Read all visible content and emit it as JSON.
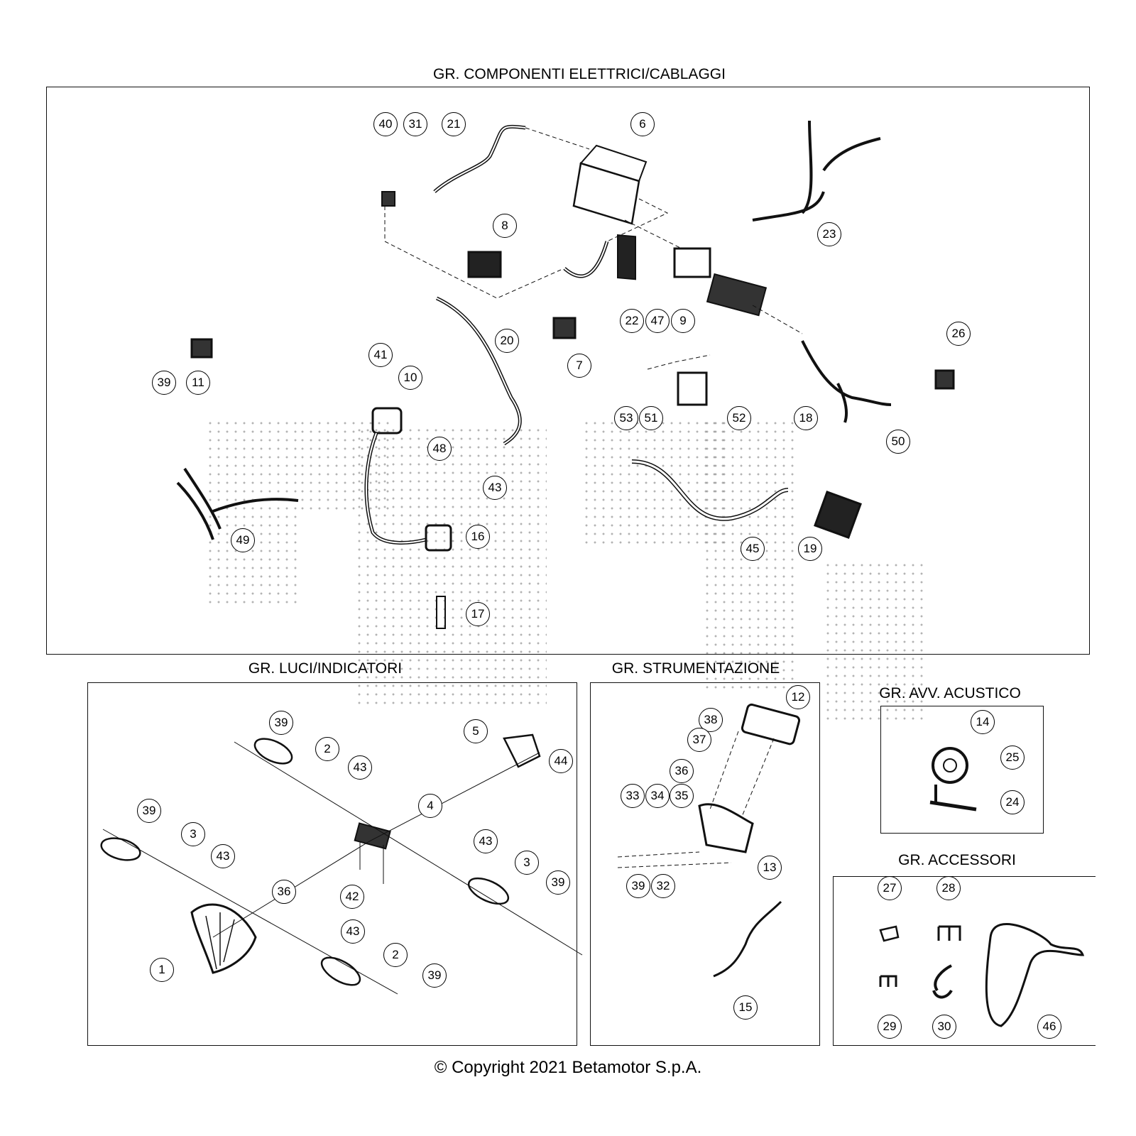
{
  "sections": {
    "electrical": {
      "title": "GR. COMPONENTI ELETTRICI/CABLAGGI"
    },
    "lights": {
      "title": "GR. LUCI/INDICATORI"
    },
    "instruments": {
      "title": "GR. STRUMENTAZIONE"
    },
    "horn": {
      "title": "GR. AVV. ACUSTICO"
    },
    "accessories": {
      "title": "GR. ACCESSORI"
    }
  },
  "callouts": {
    "electrical": [
      "40",
      "31",
      "21",
      "6",
      "23",
      "8",
      "22",
      "47",
      "9",
      "41",
      "20",
      "7",
      "39",
      "11",
      "26",
      "10",
      "48",
      "43",
      "53",
      "51",
      "52",
      "18",
      "50",
      "49",
      "16",
      "45",
      "19",
      "17"
    ],
    "lights": [
      "39",
      "2",
      "43",
      "5",
      "44",
      "4",
      "39",
      "3",
      "43",
      "43",
      "3",
      "39",
      "36",
      "42",
      "43",
      "2",
      "1",
      "39"
    ],
    "instruments": [
      "12",
      "38",
      "37",
      "36",
      "33",
      "34",
      "35",
      "13",
      "39",
      "32",
      "15"
    ],
    "horn": [
      "14",
      "25",
      "24"
    ],
    "accessories": [
      "27",
      "28",
      "29",
      "30",
      "46"
    ]
  },
  "footer": {
    "copyright": "© Copyright 2021 Betamotor S.p.A."
  }
}
